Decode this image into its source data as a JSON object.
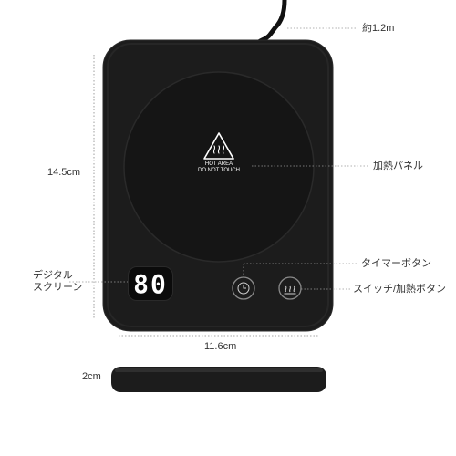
{
  "labels": {
    "cable_length": "約1.2m",
    "height": "14.5cm",
    "heating_panel": "加熱パネル",
    "digital_screen": "デジタル\nスクリーン",
    "timer_button": "タイマーボタン",
    "switch_heat_button": "スイッチ/加熱ボタン",
    "width": "11.6cm",
    "thickness": "2cm"
  },
  "device": {
    "display_value": "80",
    "hot_area_title": "HOT AREA",
    "hot_area_subtitle": "DO NOT TOUCH",
    "body_color": "#1c1c1c",
    "panel_color": "#151515"
  },
  "icons": {
    "warning": "heat-warning-triangle-icon",
    "timer": "clock-icon",
    "heat": "heat-waves-icon"
  }
}
